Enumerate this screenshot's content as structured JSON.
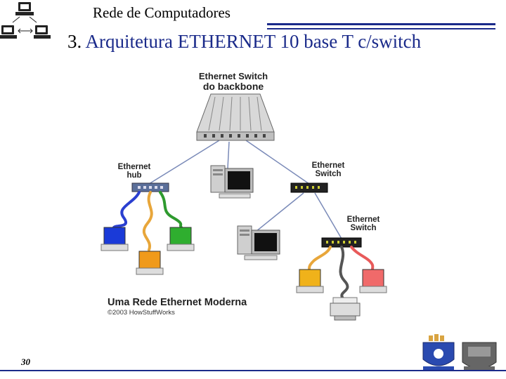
{
  "header": {
    "title": "Rede de Computadores"
  },
  "slide": {
    "number_label": "3.",
    "title": "Arquitetura ETHERNET 10 base T c/switch"
  },
  "diagram": {
    "backbone_label_line1": "Ethernet Switch",
    "backbone_label_line2": "do backbone",
    "hub_label_line1": "Ethernet",
    "hub_label_line2": "hub",
    "switch1_label_line1": "Ethernet",
    "switch1_label_line2": "Switch",
    "switch2_label_line1": "Ethernet",
    "switch2_label_line2": "Switch",
    "caption": "Uma Rede Ethernet Moderna",
    "copyright": "©2003 HowStuffWorks"
  },
  "footer": {
    "page_number": "30"
  },
  "colors": {
    "accent": "#1a2a8a",
    "cable_blue": "#2a3fd0",
    "cable_yellow": "#e8a63a",
    "cable_green": "#2e9a2e",
    "cable_gray": "#555555",
    "cable_red": "#e85a5a"
  }
}
